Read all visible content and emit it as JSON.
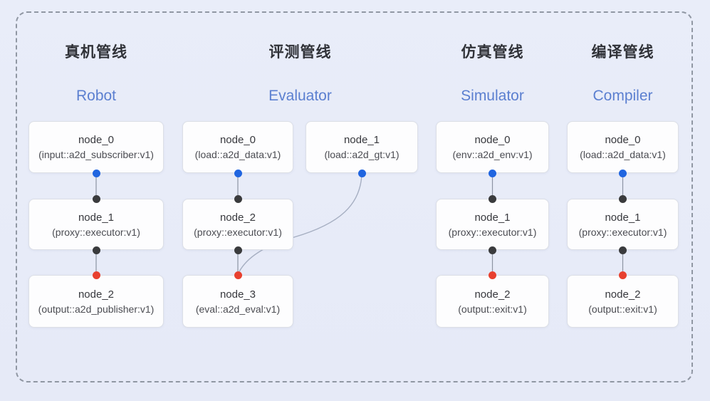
{
  "diagram": {
    "colors": {
      "background": "#e8ecf8",
      "frame_border": "#9097a3",
      "node_fill": "#fdfdfe",
      "node_border": "#dcdfe6",
      "title_zh_color": "#303238",
      "title_en_color": "#5b7fd0",
      "port_blue": "#2065e0",
      "port_black": "#3a3b3d",
      "port_red": "#e8402f",
      "edge_line": "#8d94a3"
    },
    "pipelines": [
      {
        "id": "robot",
        "title_zh": "真机管线",
        "title_en": "Robot",
        "nodes": [
          {
            "name": "node_0",
            "type": "(input::a2d_subscriber:v1)",
            "ports": {
              "bottom": "blue"
            }
          },
          {
            "name": "node_1",
            "type": "(proxy::executor:v1)",
            "ports": {
              "top": "black",
              "bottom": "black"
            }
          },
          {
            "name": "node_2",
            "type": "(output::a2d_publisher:v1)",
            "ports": {
              "top": "red"
            }
          }
        ],
        "edges": [
          "node_0 -> node_1",
          "node_1 -> node_2"
        ]
      },
      {
        "id": "evaluator",
        "title_zh": "评测管线",
        "title_en": "Evaluator",
        "nodes": [
          {
            "name": "node_0",
            "type": "(load::a2d_data:v1)",
            "ports": {
              "bottom": "blue"
            }
          },
          {
            "name": "node_1",
            "type": "(load::a2d_gt:v1)",
            "ports": {
              "bottom": "blue"
            }
          },
          {
            "name": "node_2",
            "type": "(proxy::executor:v1)",
            "ports": {
              "top": "black",
              "bottom": "black"
            }
          },
          {
            "name": "node_3",
            "type": "(eval::a2d_eval:v1)",
            "ports": {
              "top": "red"
            }
          }
        ],
        "edges": [
          "node_0 -> node_2",
          "node_2 -> node_3",
          "node_1 -> node_3"
        ]
      },
      {
        "id": "simulator",
        "title_zh": "仿真管线",
        "title_en": "Simulator",
        "nodes": [
          {
            "name": "node_0",
            "type": "(env::a2d_env:v1)",
            "ports": {
              "bottom": "blue"
            }
          },
          {
            "name": "node_1",
            "type": "(proxy::executor:v1)",
            "ports": {
              "top": "black",
              "bottom": "black"
            }
          },
          {
            "name": "node_2",
            "type": "(output::exit:v1)",
            "ports": {
              "top": "red"
            }
          }
        ],
        "edges": [
          "node_0 -> node_1",
          "node_1 -> node_2"
        ]
      },
      {
        "id": "compiler",
        "title_zh": "编译管线",
        "title_en": "Compiler",
        "nodes": [
          {
            "name": "node_0",
            "type": "(load::a2d_data:v1)",
            "ports": {
              "bottom": "blue"
            }
          },
          {
            "name": "node_1",
            "type": "(proxy::executor:v1)",
            "ports": {
              "top": "black",
              "bottom": "black"
            }
          },
          {
            "name": "node_2",
            "type": "(output::exit:v1)",
            "ports": {
              "top": "red"
            }
          }
        ],
        "edges": [
          "node_0 -> node_1",
          "node_1 -> node_2"
        ]
      }
    ]
  }
}
